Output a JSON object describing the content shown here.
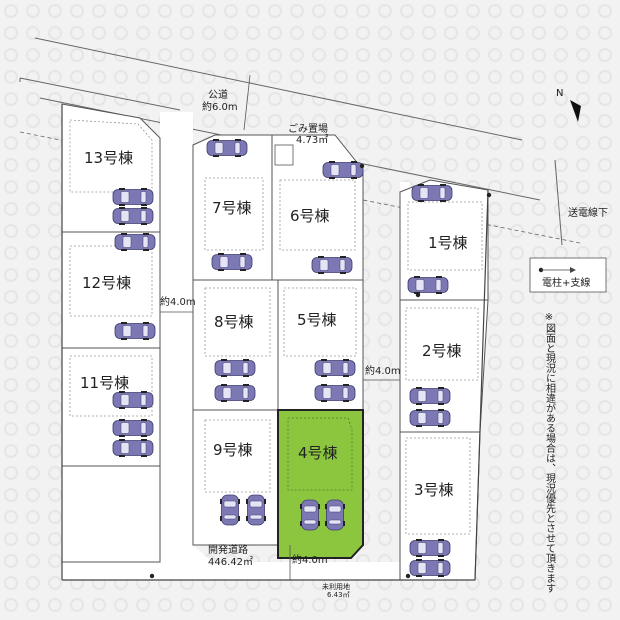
{
  "road": {
    "label": "公道",
    "width": "約6.0m"
  },
  "garbage": {
    "label": "ごみ置場",
    "area": "4.73㎡"
  },
  "wires": {
    "label": "送電線下"
  },
  "pole_legend": {
    "label": "電柱+支線"
  },
  "dev_road": {
    "label": "開発道路",
    "area": "446.42㎡"
  },
  "unused_land": {
    "label": "未利用地",
    "area": "6.43㎡"
  },
  "widths": {
    "left": "約4.0m",
    "right": "約4.0m",
    "bottom": "約4.0m"
  },
  "note": "※図面と現況に相違がある場合は、現況優先とさせて頂きます",
  "compass": {
    "north": "N"
  },
  "lots": [
    {
      "id": 1,
      "label": "1号棟",
      "highlighted": false
    },
    {
      "id": 2,
      "label": "2号棟",
      "highlighted": false
    },
    {
      "id": 3,
      "label": "3号棟",
      "highlighted": false
    },
    {
      "id": 4,
      "label": "4号棟",
      "highlighted": true
    },
    {
      "id": 5,
      "label": "5号棟",
      "highlighted": false
    },
    {
      "id": 6,
      "label": "6号棟",
      "highlighted": false
    },
    {
      "id": 7,
      "label": "7号棟",
      "highlighted": false
    },
    {
      "id": 8,
      "label": "8号棟",
      "highlighted": false
    },
    {
      "id": 9,
      "label": "9号棟",
      "highlighted": false
    },
    {
      "id": 11,
      "label": "11号棟",
      "highlighted": false
    },
    {
      "id": 12,
      "label": "12号棟",
      "highlighted": false
    },
    {
      "id": 13,
      "label": "13号棟",
      "highlighted": false
    }
  ],
  "colors": {
    "highlight": "#8cc63f",
    "car": "#7b78b4"
  }
}
